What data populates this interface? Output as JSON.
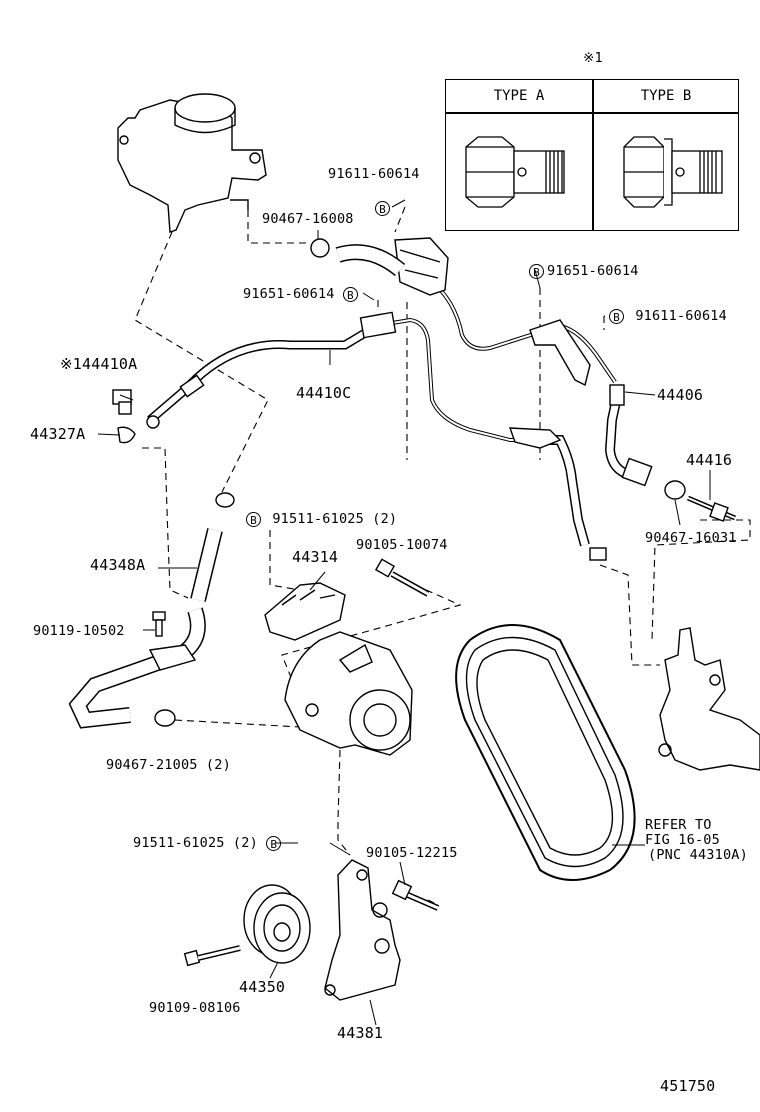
{
  "diagram_id": "451750",
  "legend": {
    "marker": "※1",
    "type_a": "TYPE  A",
    "type_b": "TYPE  B"
  },
  "parts": {
    "p91611_top": "91611-60614",
    "p90467_16008": "90467-16008",
    "p91651_left": "91651-60614",
    "p91651_right": "91651-60614",
    "p91611_right": "91611-60614",
    "p44410A_marker": "※1",
    "p44410A": "44410A",
    "p44327A": "44327A",
    "p44410C": "44410C",
    "p44406": "44406",
    "p44416": "44416",
    "p90467_16031": "90467-16031",
    "p91511_top": "91511-61025 (2)",
    "p90105_10074": "90105-10074",
    "p44348A": "44348A",
    "p44314": "44314",
    "p90119_10502": "90119-10502",
    "p90467_21005": "90467-21005 (2)",
    "p91511_bottom": "91511-61025 (2)",
    "p90105_12215": "90105-12215",
    "p44350": "44350",
    "p90109_08106": "90109-08106",
    "p44381": "44381"
  },
  "bolt_marker": "B",
  "refer_note": {
    "line1": "REFER TO",
    "line2": "FIG 16-05",
    "line3": "(PNC 44310A)"
  }
}
